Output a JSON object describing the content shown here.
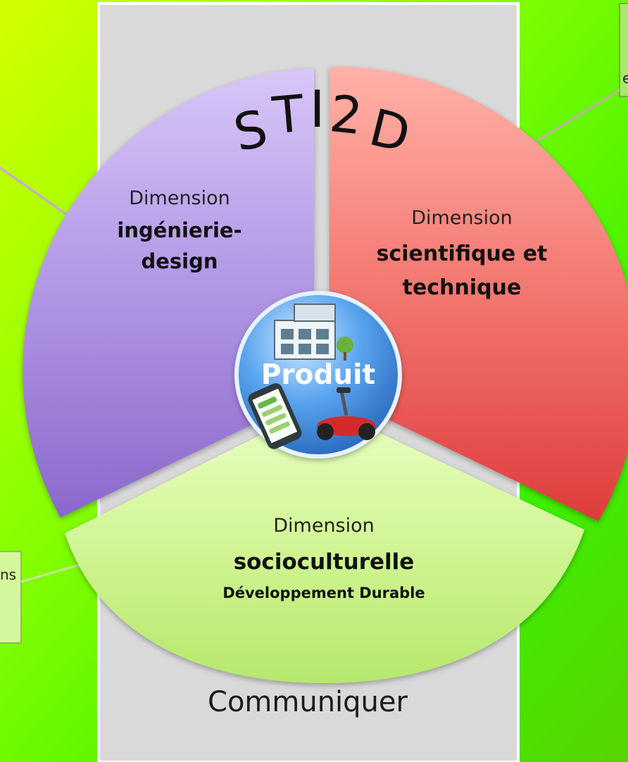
{
  "title": "STI2D",
  "center": {
    "label": "Produit"
  },
  "sectors": {
    "engineering": {
      "line1": "Dimension",
      "line2": "ingénierie-",
      "line3": "design"
    },
    "scientific": {
      "line1": "Dimension",
      "line2": "scientifique et",
      "line3": "technique"
    },
    "sociocultural": {
      "line1": "Dimension",
      "line2": "socioculturelle",
      "line3": "Développement Durable"
    }
  },
  "footer": {
    "label": "Communiquer"
  },
  "callouts": {
    "top_right_fragment": "e",
    "bottom_left_fragment": "ns"
  },
  "colors": {
    "background_left": "#c8ff00",
    "background_right": "#33dd00",
    "panel": "#d9d9d9",
    "engineering": "#b79be6",
    "scientific": "#f16d6d",
    "sociocultural": "#d8f59a",
    "center": "#4b92e0"
  }
}
